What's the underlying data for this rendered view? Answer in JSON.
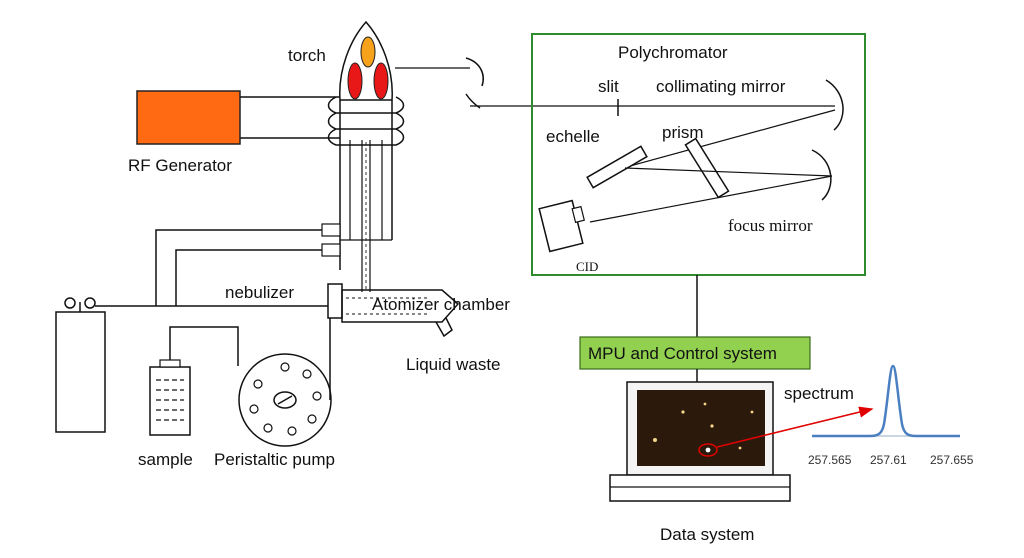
{
  "labels": {
    "torch": "torch",
    "rf_generator": "RF Generator",
    "nebulizer": "nebulizer",
    "atomizer_chamber": "Atomizer chamber",
    "liquid_waste": "Liquid waste",
    "sample": "sample",
    "peristaltic_pump": "Peristaltic pump",
    "polychromator": "Polychromator",
    "slit": "slit",
    "collimating_mirror": "collimating mirror",
    "echelle": "echelle",
    "prism": "prism",
    "focus_mirror": "focus mirror",
    "cid": "CID",
    "mpu": "MPU and Control system",
    "spectrum": "spectrum",
    "data_system": "Data system"
  },
  "spectrum_axis": {
    "ticks": [
      "257.565",
      "257.61",
      "257.655"
    ]
  },
  "colors": {
    "rf_generator": "#ff6a13",
    "flame_outer": "#e81818",
    "flame_inner": "#f7a21b",
    "polychromator_border": "#2e8b2e",
    "mpu_fill": "#92d050",
    "spectrum_peak": "#4a7fc1",
    "arrow": "#e00000",
    "screen": "#2b1a0c"
  }
}
